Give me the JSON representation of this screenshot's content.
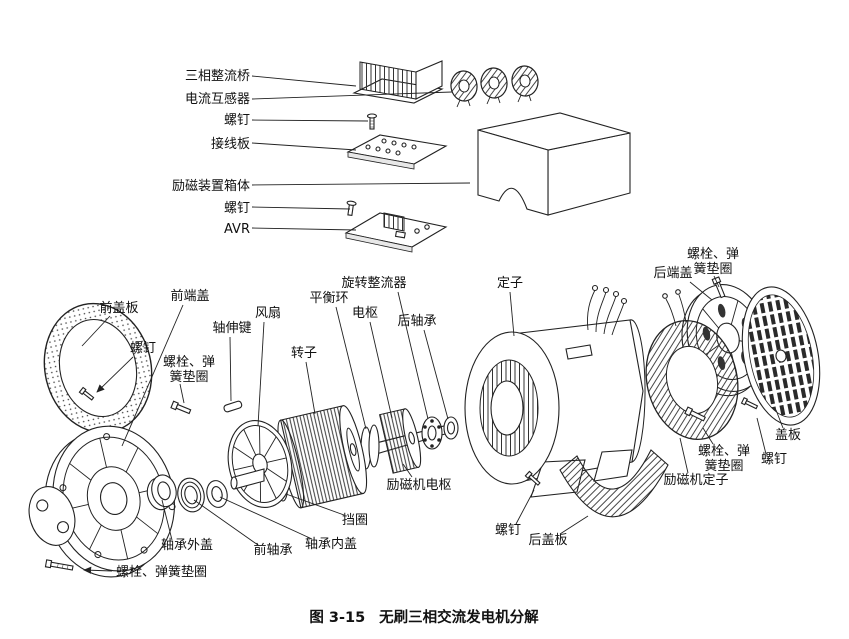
{
  "figure": {
    "caption_prefix": "图 3-15",
    "caption_title": "无刷三相交流发电机分解"
  },
  "top_assembly": {
    "labels": {
      "rectifier_bridge": "三相整流桥",
      "current_transformer": "电流互感器",
      "screw_upper": "螺钉",
      "terminal_board": "接线板",
      "excitation_box": "励磁装置箱体",
      "screw_lower": "螺钉",
      "avr": "AVR"
    }
  },
  "main_assembly": {
    "labels": {
      "front_cover_plate": "前盖板",
      "front_end_cover": "前端盖",
      "screw_front_cover": "螺钉",
      "bolt_washer_left_line1": "螺栓、弹",
      "bolt_washer_left_line2": "簧垫圈",
      "shaft_key": "轴伸键",
      "fan": "风扇",
      "rotor": "转子",
      "balance_ring": "平衡环",
      "armature": "电枢",
      "rotating_rectifier": "旋转整流器",
      "rear_bearing": "后轴承",
      "stator": "定子",
      "rear_end_cover": "后端盖",
      "bolt_washer_top_right_line1": "螺栓、弹",
      "bolt_washer_top_right_line2": "簧垫圈",
      "exciter_armature": "励磁机电枢",
      "retaining_ring": "挡圈",
      "bearing_inner_cover": "轴承内盖",
      "front_bearing": "前轴承",
      "bearing_outer_cover": "轴承外盖",
      "bolt_washer_bottom": "螺栓、弹簧垫圈",
      "screw_bottom": "螺钉",
      "rear_cover_plate": "后盖板",
      "exciter_stator": "励磁机定子",
      "bolt_washer_right_line1": "螺栓、弹",
      "bolt_washer_right_line2": "簧垫圈",
      "cover_plate": "盖板",
      "screw_right": "螺钉"
    }
  }
}
